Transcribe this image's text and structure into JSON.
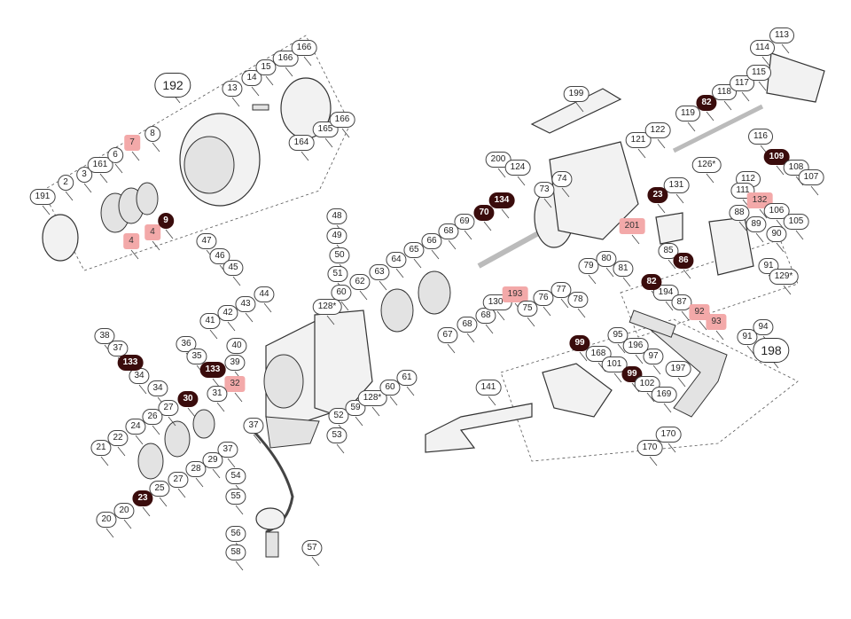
{
  "diagram": {
    "group_labels": [
      "192",
      "198"
    ],
    "labels": [
      "191",
      "2",
      "3",
      "161",
      "6",
      "7",
      "8",
      "4",
      "4",
      "9",
      "192",
      "13",
      "14",
      "15",
      "166",
      "166",
      "164",
      "165",
      "166",
      "199",
      "121",
      "122",
      "200",
      "124",
      "74",
      "73",
      "131",
      "126*",
      "119",
      "82",
      "118",
      "117",
      "115",
      "114",
      "113",
      "116",
      "109",
      "112",
      "108",
      "107",
      "111",
      "132",
      "106",
      "105",
      "88",
      "89",
      "90",
      "91",
      "129*",
      "23",
      "201",
      "85",
      "86",
      "194",
      "82",
      "87",
      "92",
      "93",
      "91",
      "94",
      "198",
      "134",
      "70",
      "69",
      "68",
      "66",
      "65",
      "64",
      "63",
      "62",
      "67",
      "68",
      "68",
      "130*",
      "193",
      "75",
      "76",
      "77",
      "78",
      "79",
      "80",
      "81",
      "48",
      "49",
      "50",
      "47",
      "46",
      "45",
      "51",
      "44",
      "43",
      "42",
      "41",
      "40",
      "39",
      "60",
      "128*",
      "38",
      "37",
      "36",
      "35",
      "34",
      "34",
      "133",
      "133",
      "32",
      "31",
      "30",
      "27",
      "26",
      "24",
      "22",
      "21",
      "20",
      "20",
      "23",
      "25",
      "27",
      "28",
      "29",
      "37",
      "37",
      "52",
      "53",
      "59",
      "128*",
      "60",
      "61",
      "54",
      "55",
      "56",
      "57",
      "58",
      "95",
      "196",
      "97",
      "197",
      "99",
      "168",
      "101",
      "99",
      "102",
      "169",
      "170",
      "170",
      "141"
    ],
    "label_styles": [
      "n",
      "n",
      "n",
      "n",
      "n",
      "r",
      "n",
      "r",
      "r",
      "b",
      "g",
      "n",
      "n",
      "n",
      "n",
      "n",
      "n",
      "n",
      "n",
      "n",
      "n",
      "n",
      "n",
      "n",
      "n",
      "n",
      "n",
      "n",
      "n",
      "b",
      "n",
      "n",
      "n",
      "n",
      "n",
      "n",
      "b",
      "n",
      "n",
      "n",
      "n",
      "r",
      "n",
      "n",
      "n",
      "n",
      "n",
      "n",
      "n",
      "b",
      "r",
      "n",
      "b",
      "n",
      "b",
      "n",
      "r",
      "r",
      "n",
      "n",
      "g",
      "b",
      "b",
      "n",
      "n",
      "n",
      "n",
      "n",
      "n",
      "n",
      "n",
      "n",
      "n",
      "n",
      "r",
      "n",
      "n",
      "n",
      "n",
      "n",
      "n",
      "n",
      "n",
      "n",
      "n",
      "n",
      "n",
      "n",
      "n",
      "n",
      "n",
      "n",
      "n",
      "n",
      "n",
      "n",
      "n",
      "n",
      "n",
      "n",
      "n",
      "n",
      "n",
      "b",
      "b",
      "r",
      "n",
      "b",
      "n",
      "n",
      "n",
      "n",
      "n",
      "n",
      "n",
      "b",
      "n",
      "n",
      "n",
      "n",
      "n",
      "n",
      "n",
      "n",
      "n",
      "n",
      "n",
      "n",
      "n",
      "n",
      "n",
      "n",
      "n",
      "n",
      "n",
      "n",
      "n",
      "b",
      "n",
      "n",
      "b",
      "n",
      "n",
      "n",
      "n",
      "n"
    ],
    "colors": {
      "highlight_red": "#f3a9a9",
      "dark_badge": "#3a0c0c",
      "line": "#333333"
    }
  }
}
